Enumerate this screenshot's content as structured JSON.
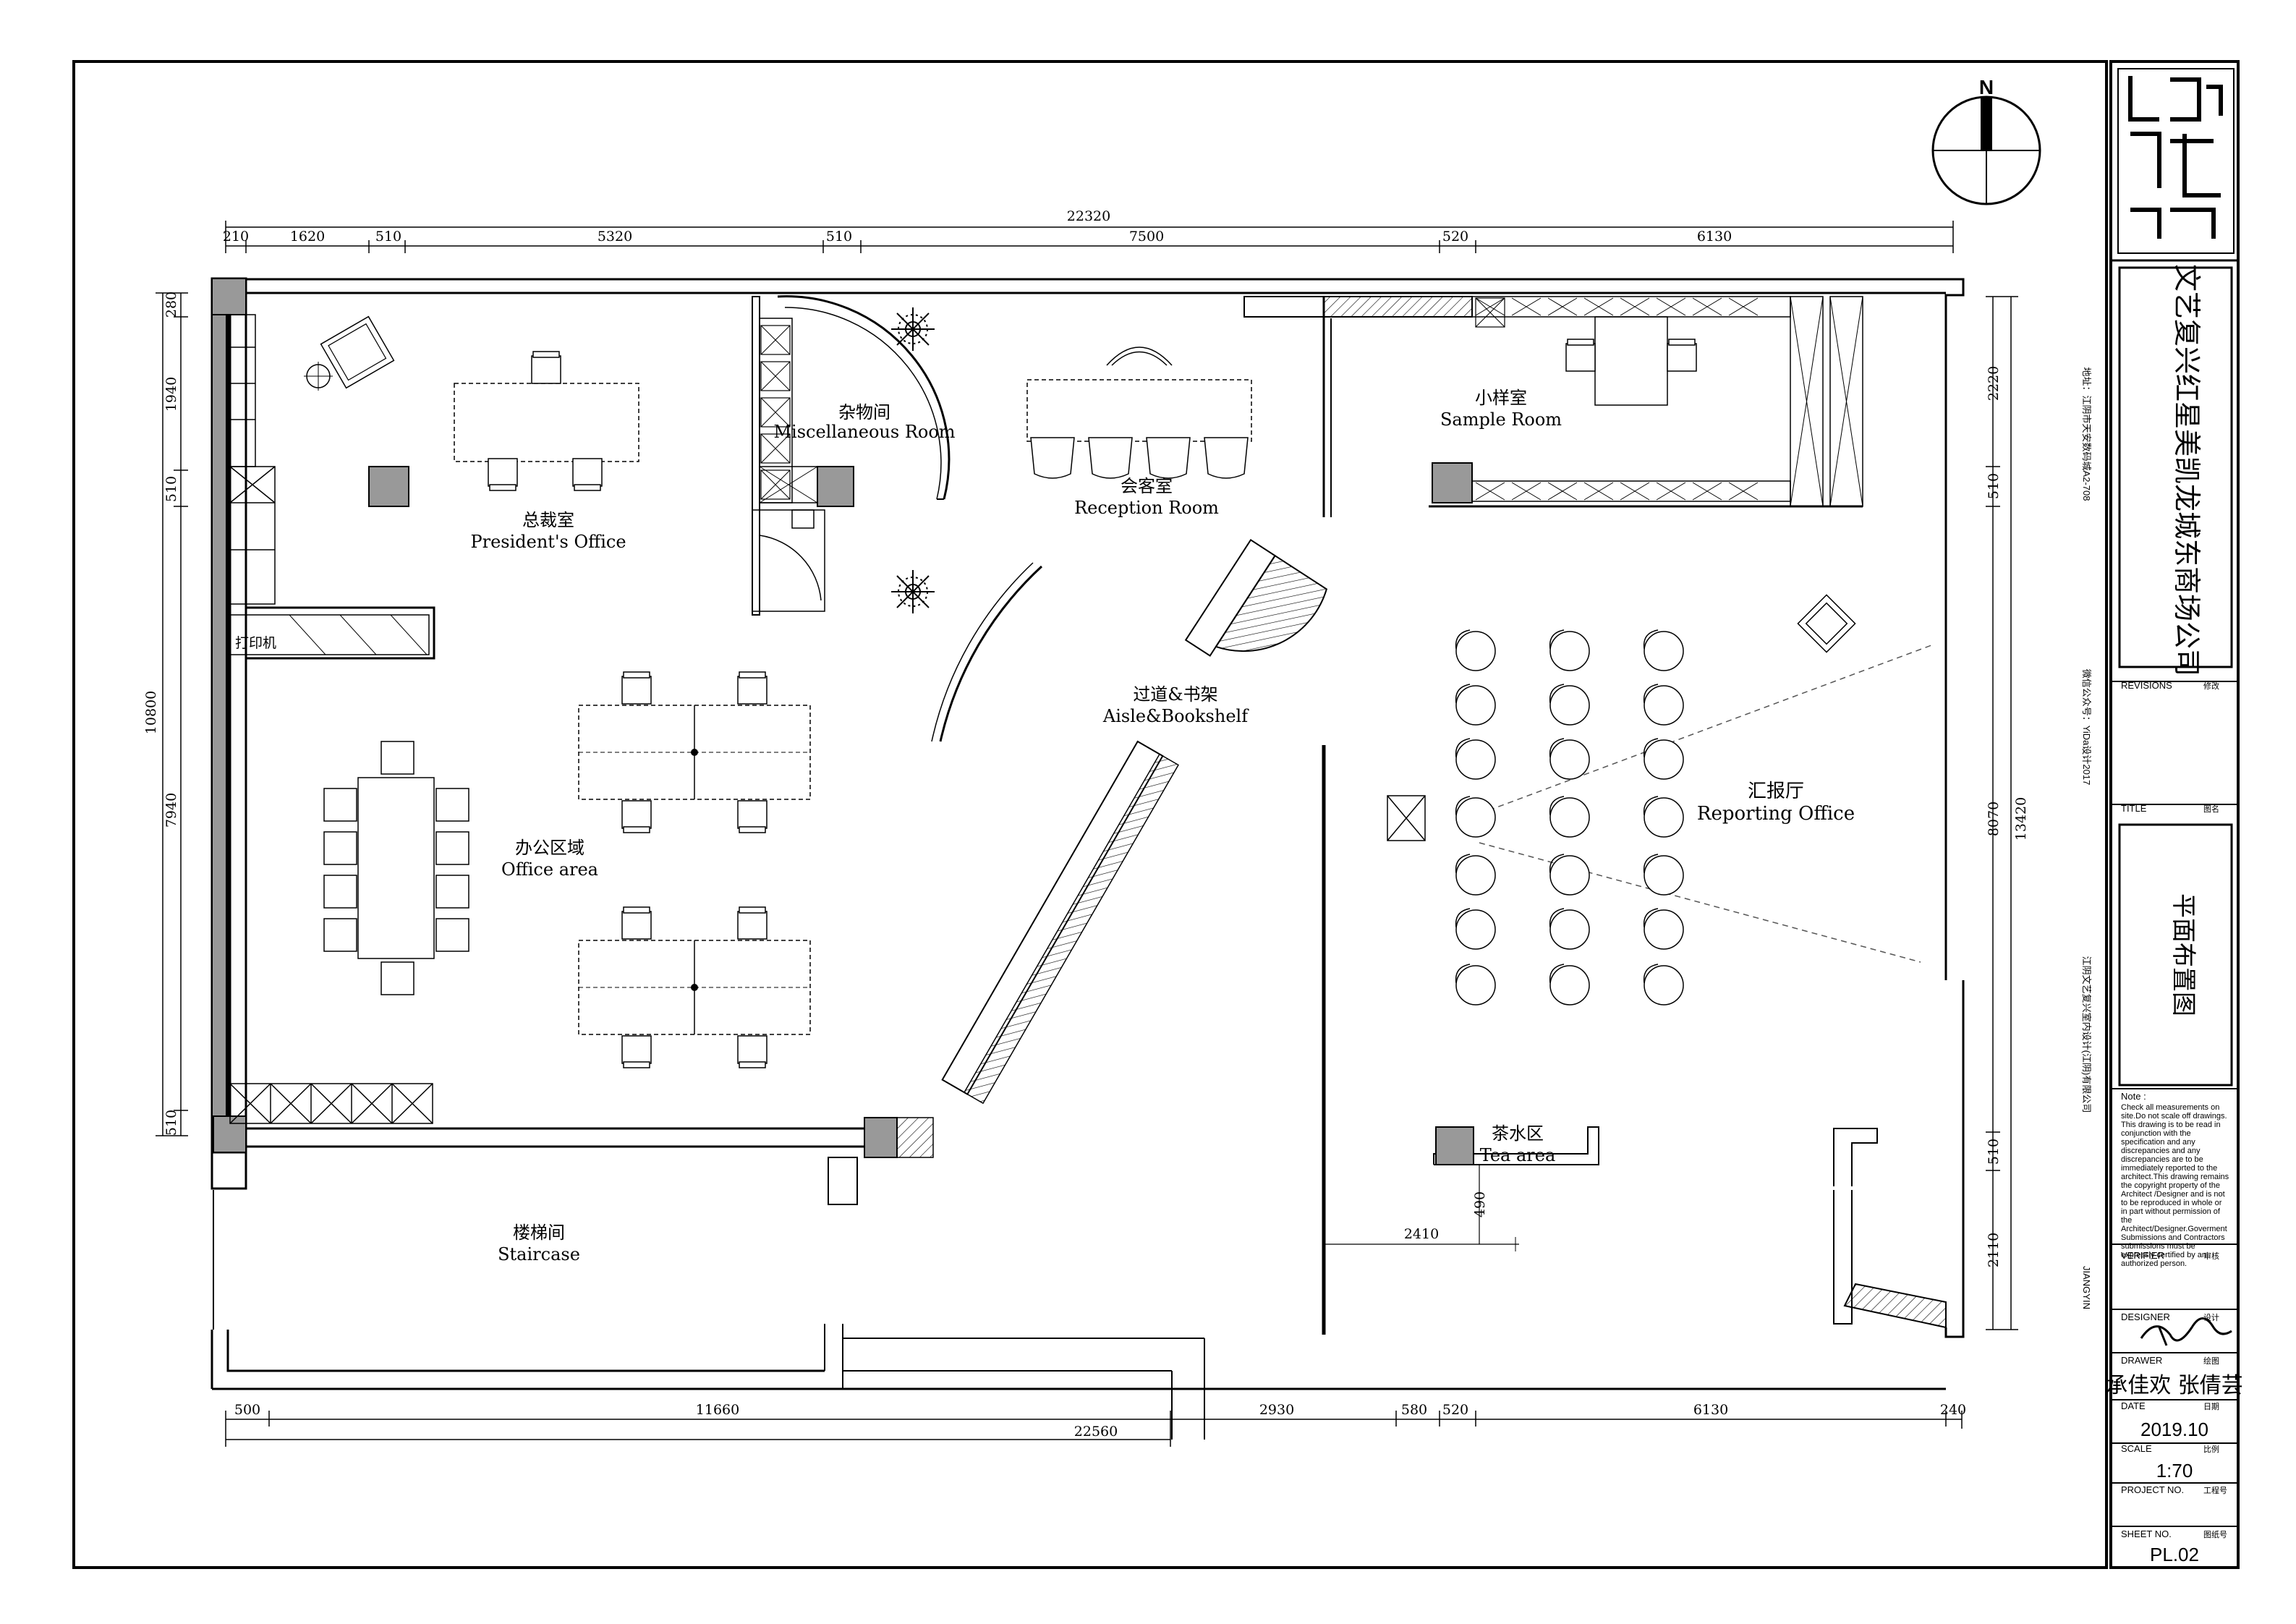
{
  "compass": {
    "north": "N"
  },
  "top_dims": {
    "total": "22320",
    "segments": [
      "210",
      "1620",
      "510",
      "5320",
      "510",
      "7500",
      "520",
      "6130"
    ]
  },
  "bottom_dims": {
    "total": "22560",
    "segments": [
      "500",
      "11660",
      "2930",
      "580",
      "520",
      "6130",
      "240"
    ]
  },
  "left_dims": [
    "280",
    "1940",
    "510",
    "7940",
    "10800",
    "510"
  ],
  "right_dims": [
    "2220",
    "510",
    "8070",
    "13420",
    "510",
    "2110"
  ],
  "inner_dims": {
    "tea_offset": "490",
    "tea_width": "2410"
  },
  "rooms": {
    "president_cn": "总裁室",
    "president_en": "President's Office",
    "misc_cn": "杂物间",
    "misc_en": "Miscellaneous Room",
    "reception_cn": "会客室",
    "reception_en": "Reception Room",
    "sample_cn": "小样室",
    "sample_en": "Sample Room",
    "aisle_cn": "过道&书架",
    "aisle_en": "Aisle&Bookshelf",
    "office_cn": "办公区域",
    "office_en": "Office area",
    "reporting_cn": "汇报厅",
    "reporting_en": "Reporting Office",
    "tea_cn": "茶水区",
    "tea_en": "Tea area",
    "stair_cn": "楼梯间",
    "stair_en": "Staircase",
    "printer_cn": "打印机"
  },
  "title_block": {
    "company": "文艺复兴红星美凯龙城东商场公司",
    "side_text_1": "江阴文艺复兴室内设计(江阴)有限公司",
    "side_text_2": "微信公众号：YiDa设计2017",
    "side_text_3": "地址：江阴市天安数码城A2-708",
    "side_text_4": "JIANGYIN",
    "revisions": "REVISIONS",
    "revisions_cn": "修改",
    "title_label": "TITLE",
    "title_label_cn": "图名",
    "drawing_title": "平面布置图",
    "note_label": "Note :",
    "note_text": "Check all measurements on site.Do not scale off drawings. This drawing is to be read in conjunction with the specification and any discrepancies and any discrepancies are to be immediately reported to the architect.This drawing remains the copyright property of the Architect /Designer and is not to be reproduced in whole or in part without permission of the Architect/Designer.Goverment Submissions and Contractors submissions must be expressly certified by an authorized person.",
    "verifier": "VERIFIER",
    "verifier_cn": "审核",
    "designer": "DESIGNER",
    "designer_cn": "设计",
    "drawer": "DRAWER",
    "drawer_cn": "绘图",
    "drawer_names": "承佳欢 张倩芸",
    "date_label": "DATE",
    "date_cn": "日期",
    "date": "2019.10",
    "scale_label": "SCALE",
    "scale_cn": "比例",
    "scale": "1:70",
    "project_label": "PROJECT NO.",
    "project_cn": "工程号",
    "sheet_label": "SHEET NO.",
    "sheet_cn": "图纸号",
    "sheet": "PL.02"
  }
}
